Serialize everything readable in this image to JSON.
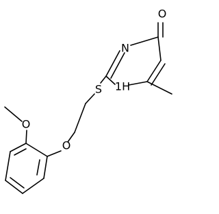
{
  "molecule": {
    "atoms": {
      "carbonyl_oxygen": "O",
      "ring_nitrogen_top": "N",
      "ring_nitrogen_h": "1H",
      "sulfur": "S",
      "ether_oxygen": "O",
      "methoxy_oxygen": "O"
    }
  },
  "colors": {
    "background": "#ffffff",
    "ink": "#000000"
  }
}
